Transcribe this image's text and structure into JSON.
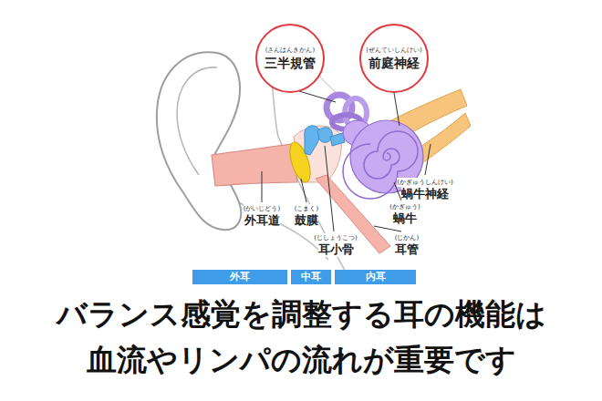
{
  "diagram": {
    "caption": "バランス感覚を調整する耳の機能は 血流やリンパの流れが重要です",
    "nodes": [
      {
        "text": [
          "(さんはんきかん)",
          "三半規管"
        ]
      },
      {
        "text": [
          "(ぜんていしんけい)",
          "前庭神経"
        ]
      },
      {
        "text": [
          "外耳"
        ]
      },
      {
        "text": [
          "中耳"
        ]
      },
      {
        "text": [
          "内耳"
        ]
      }
    ],
    "labels": [
      "(がいじどう)",
      "外耳道",
      "(こまく)",
      "鼓膜",
      "(じしょうこつ)",
      "耳小骨",
      "(じかん)",
      "耳管",
      "(かぎゅうしんけい)",
      "蝸牛神経",
      "(かぎゅう)",
      "蝸牛"
    ]
  }
}
